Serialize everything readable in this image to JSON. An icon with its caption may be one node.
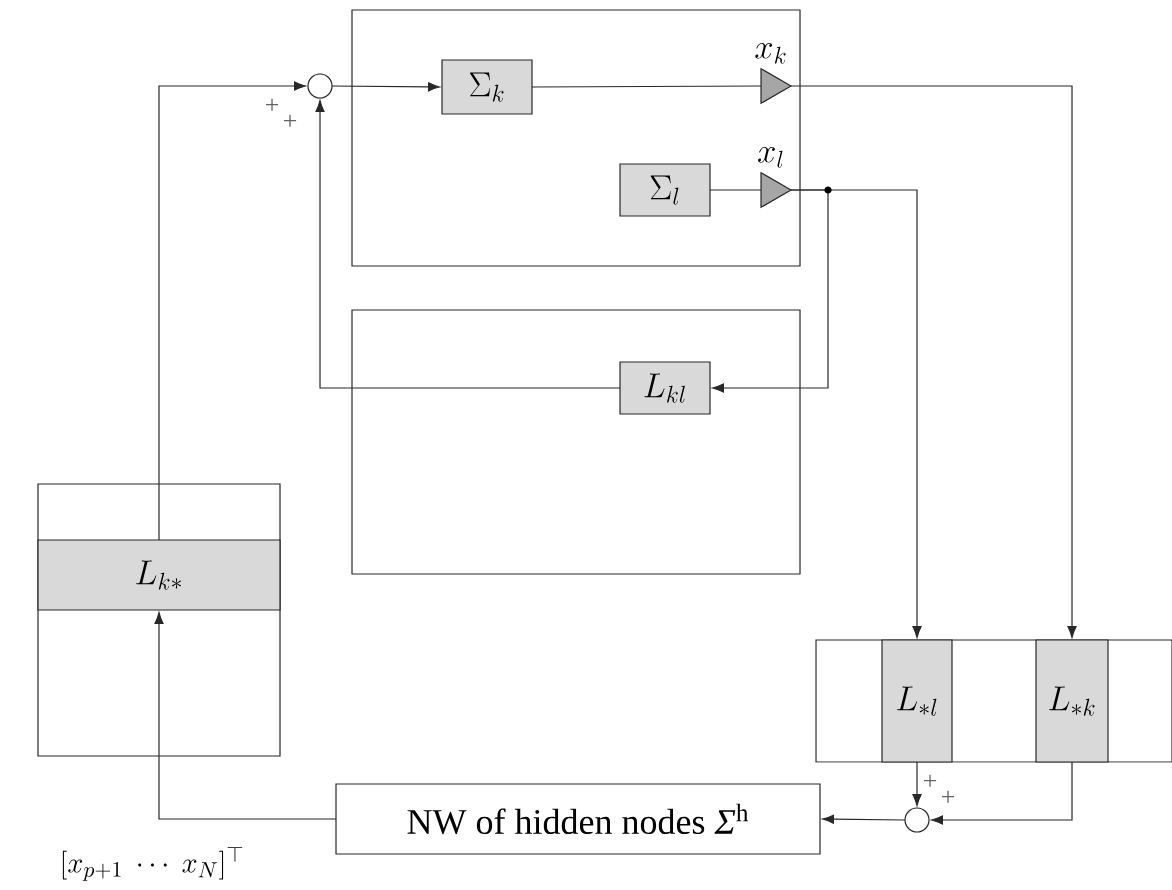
{
  "diagram": {
    "nodes": [
      {
        "text": [],
        "shape": "box"
      },
      {
        "text": [
          "\\Sigma_k"
        ],
        "in": 0
      },
      {
        "text": [
          "\\Sigma_l"
        ],
        "in": 0
      },
      {
        "text": [],
        "shape": "triangle",
        "beside": [
          "x_k"
        ],
        "in": 0
      },
      {
        "text": [],
        "shape": "triangle",
        "beside": [
          "x_l"
        ],
        "in": 0
      },
      {
        "text": [],
        "shape": "box"
      },
      {
        "text": [
          "L_{kl}"
        ],
        "in": 5
      },
      {
        "text": [],
        "shape": "box"
      },
      {
        "text": [
          "L_{k*}"
        ],
        "in": 7
      },
      {
        "text": [],
        "shape": "box"
      },
      {
        "text": [
          "L_{*l}"
        ],
        "in": 9
      },
      {
        "text": [
          "L_{*k}"
        ],
        "in": 9
      },
      {
        "text": [],
        "shape": "circle"
      },
      {
        "text": [],
        "shape": "circle"
      },
      {
        "text": [
          "NW of hidden nodes *Σ*$^{h}$"
        ]
      }
    ],
    "edges": [
      {
        "from": 12,
        "to": 1,
        "arrow": "to"
      },
      {
        "from": 1,
        "to": 3,
        "arrow": "none"
      },
      {
        "from": 2,
        "to": 4,
        "arrow": "none"
      },
      {
        "from": 3,
        "to": 11,
        "arrow": "to"
      },
      {
        "from": 4,
        "to": 10,
        "arrow": "to"
      },
      {
        "from": 4,
        "to": 6,
        "arrow": "to"
      },
      {
        "from": 6,
        "to": 12,
        "arrow": "to"
      },
      {
        "from": 8,
        "to": 12,
        "arrow": "to"
      },
      {
        "from": 10,
        "to": 13,
        "arrow": "to"
      },
      {
        "from": 11,
        "to": 13,
        "arrow": "to"
      },
      {
        "from": 13,
        "to": 14,
        "arrow": "to"
      },
      {
        "from": 14,
        "to": 8,
        "arrow": "to",
        "label": "[x_{p+1}\\ \\cdots\\ x_N]^{\\top}"
      }
    ],
    "labels": [
      "+",
      "+",
      "+",
      "+"
    ]
  }
}
